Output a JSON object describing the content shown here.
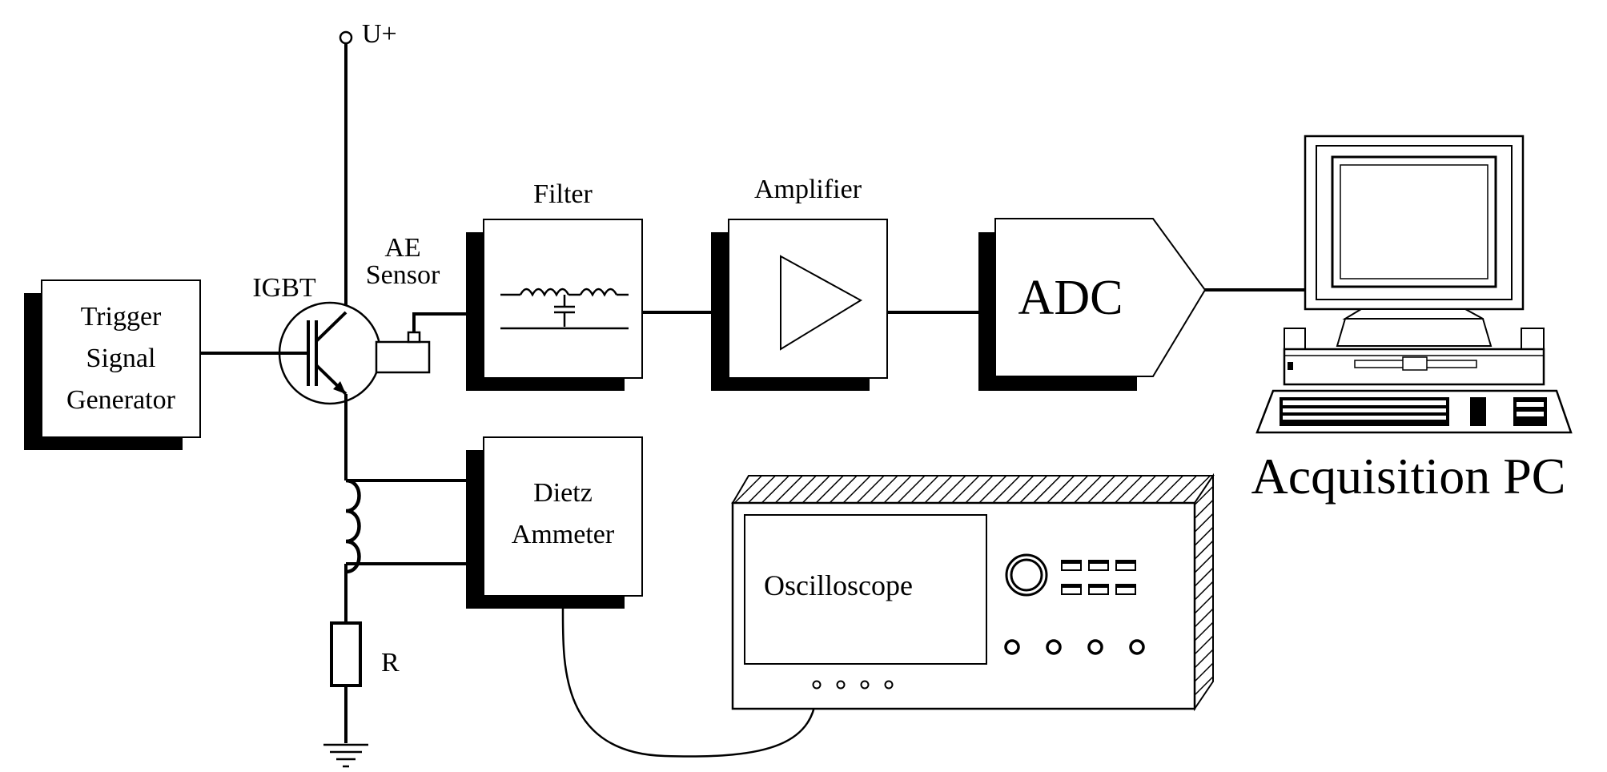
{
  "labels": {
    "supply": "U+",
    "igbt": "IGBT",
    "ae_sensor_line1": "AE",
    "ae_sensor_line2": "Sensor",
    "trigger_line1": "Trigger",
    "trigger_line2": "Signal",
    "trigger_line3": "Generator",
    "filter": "Filter",
    "amplifier": "Amplifier",
    "adc": "ADC",
    "pc": "Acquisition PC",
    "ammeter_line1": "Dietz",
    "ammeter_line2": "Ammeter",
    "oscilloscope": "Oscilloscope",
    "resistor": "R"
  },
  "icons": [
    "igbt-symbol-icon",
    "ae-sensor-icon",
    "lc-filter-icon",
    "amplifier-triangle-icon",
    "coil-icon",
    "resistor-icon",
    "ground-icon",
    "computer-icon",
    "oscilloscope-icon"
  ],
  "colors": {
    "stroke": "#000000",
    "background": "#ffffff"
  }
}
